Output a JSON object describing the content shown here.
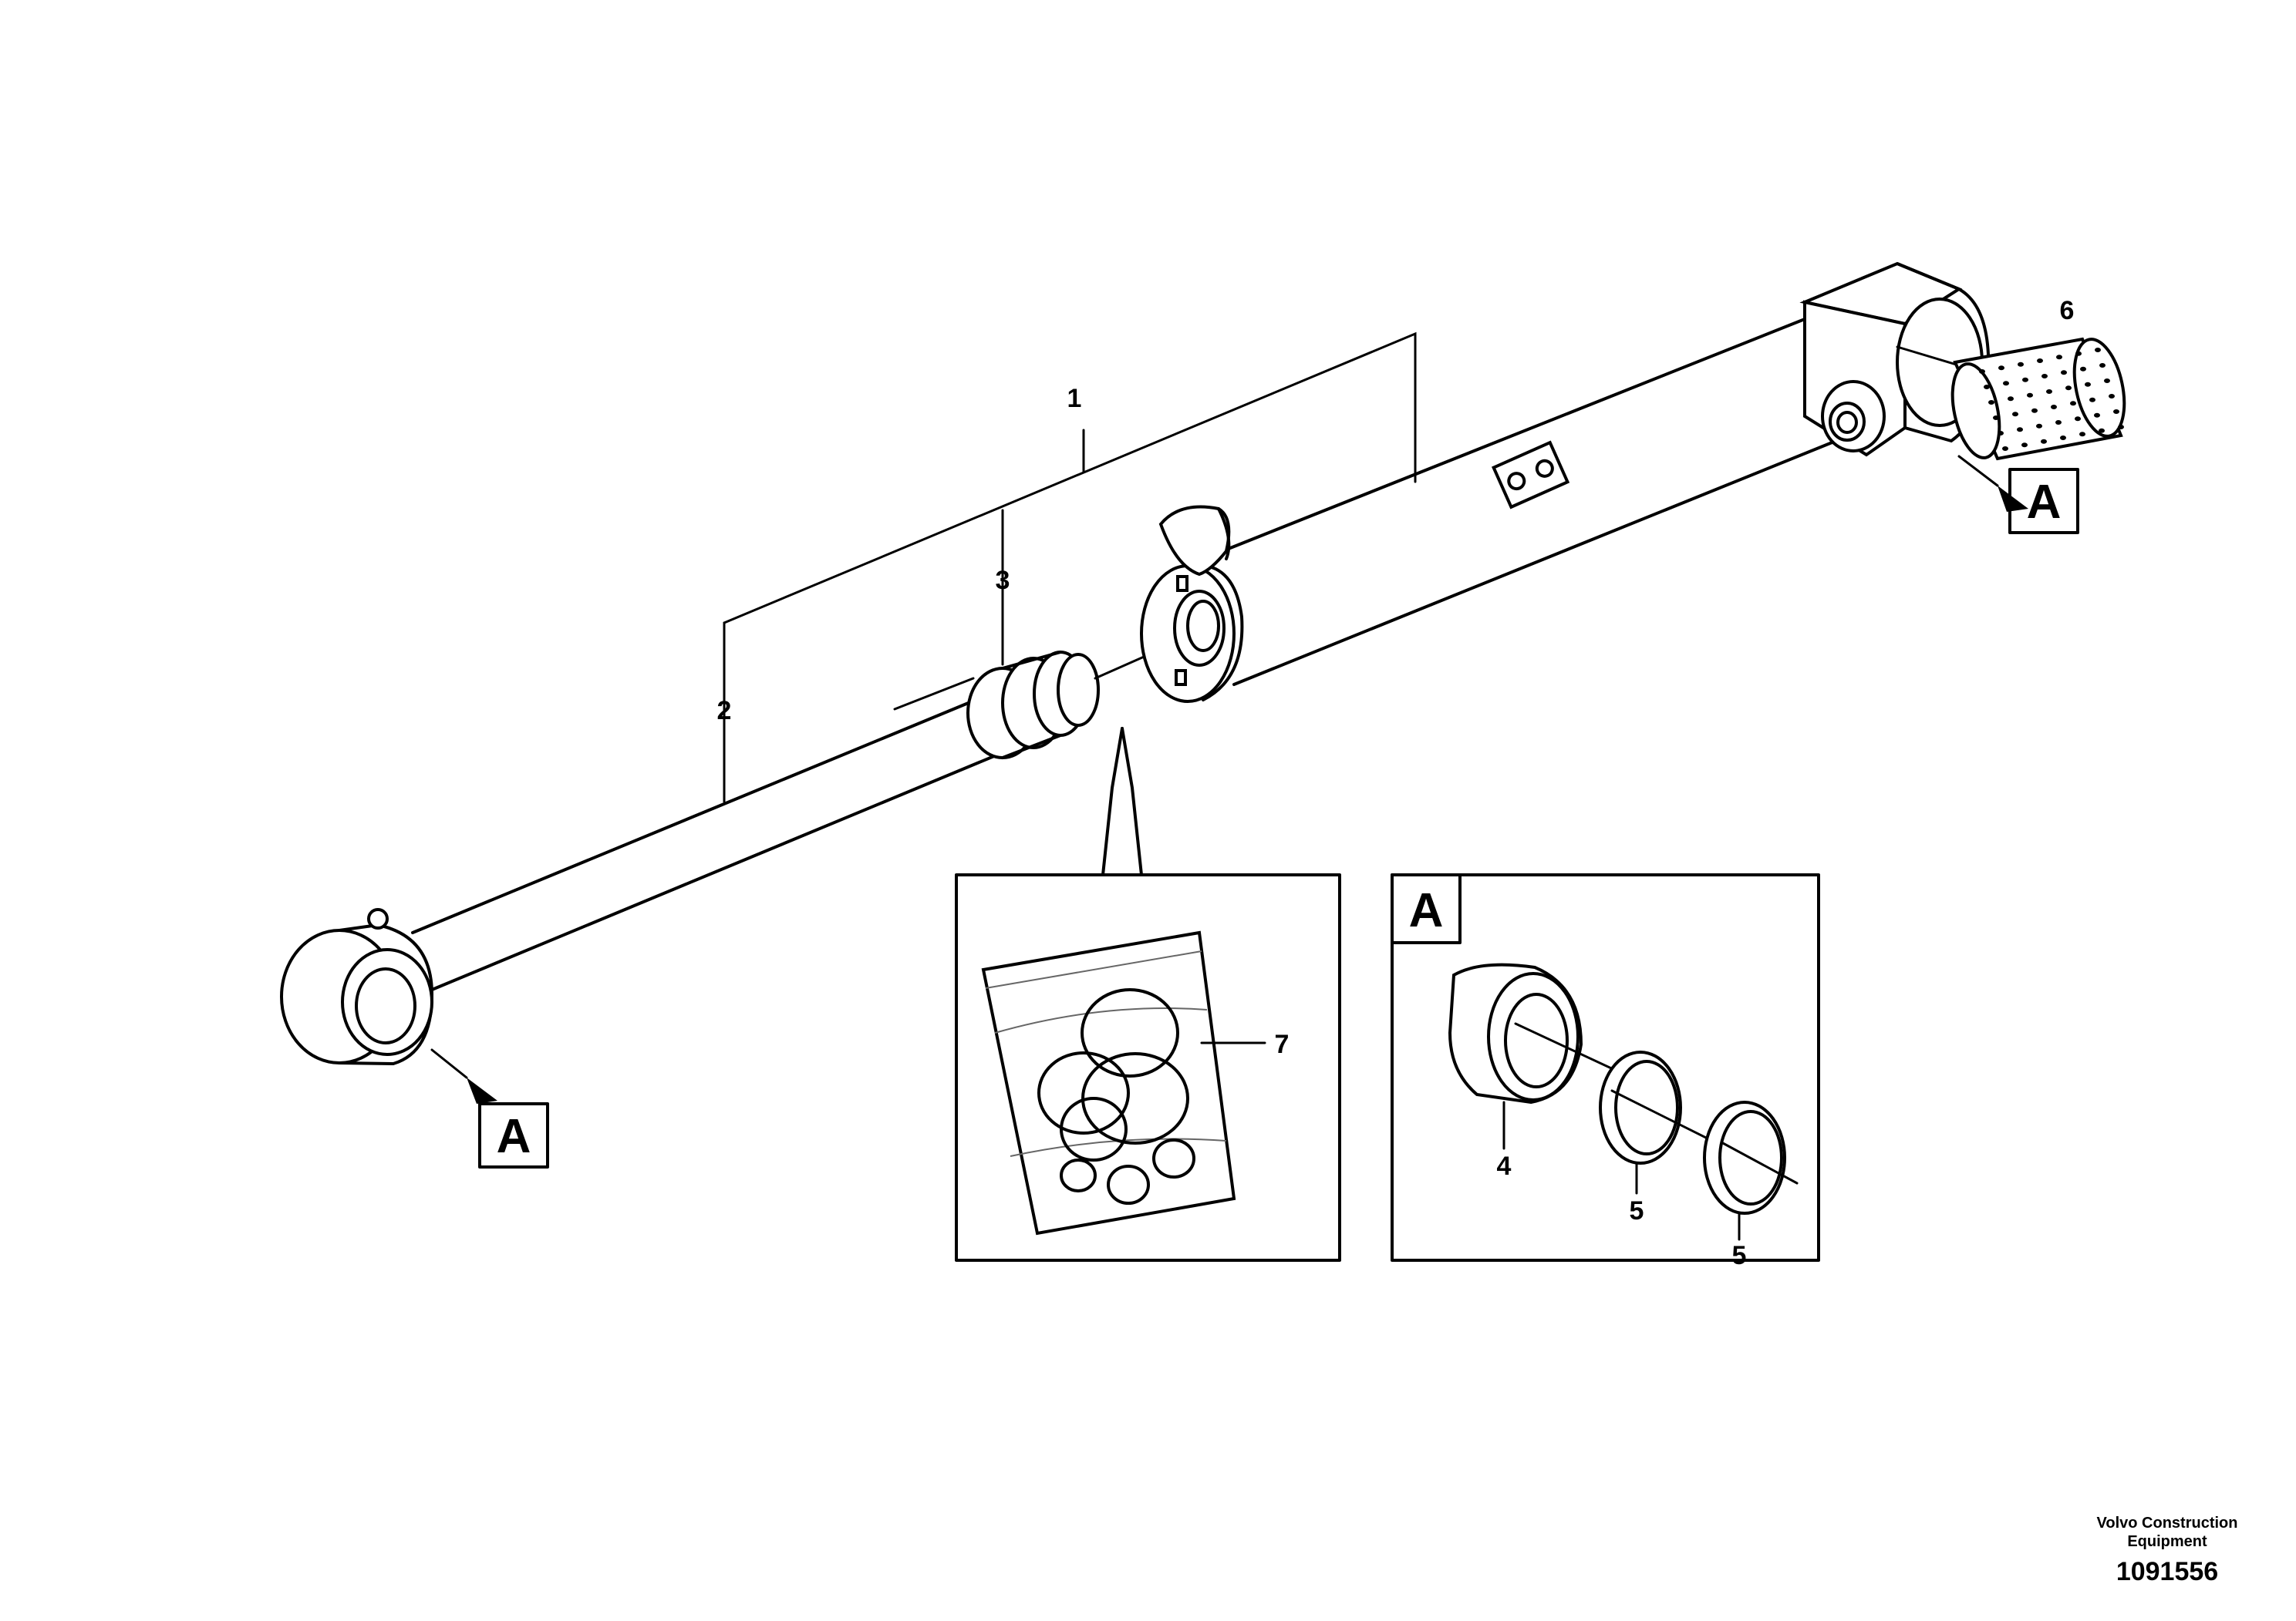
{
  "callouts": {
    "c1": "1",
    "c2": "2",
    "c3": "3",
    "c4": "4",
    "c5a": "5",
    "c5b": "5",
    "c6": "6",
    "c7": "7"
  },
  "view_refs": {
    "rod_end": "A",
    "cylinder_end": "A",
    "detail_box": "A"
  },
  "footer": {
    "brand_line1": "Volvo Construction",
    "brand_line2": "Equipment",
    "doc_number": "1091556"
  }
}
